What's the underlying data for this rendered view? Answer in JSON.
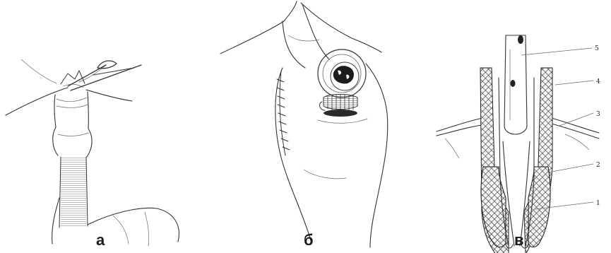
{
  "panels": [
    {
      "label": "а"
    },
    {
      "label": "б"
    },
    {
      "label": "в"
    }
  ],
  "callouts": [
    "5",
    "4",
    "3",
    "2",
    "1"
  ],
  "colors": {
    "ink": "#333333",
    "paper": "#ffffff",
    "dark": "#1a1a1a"
  }
}
